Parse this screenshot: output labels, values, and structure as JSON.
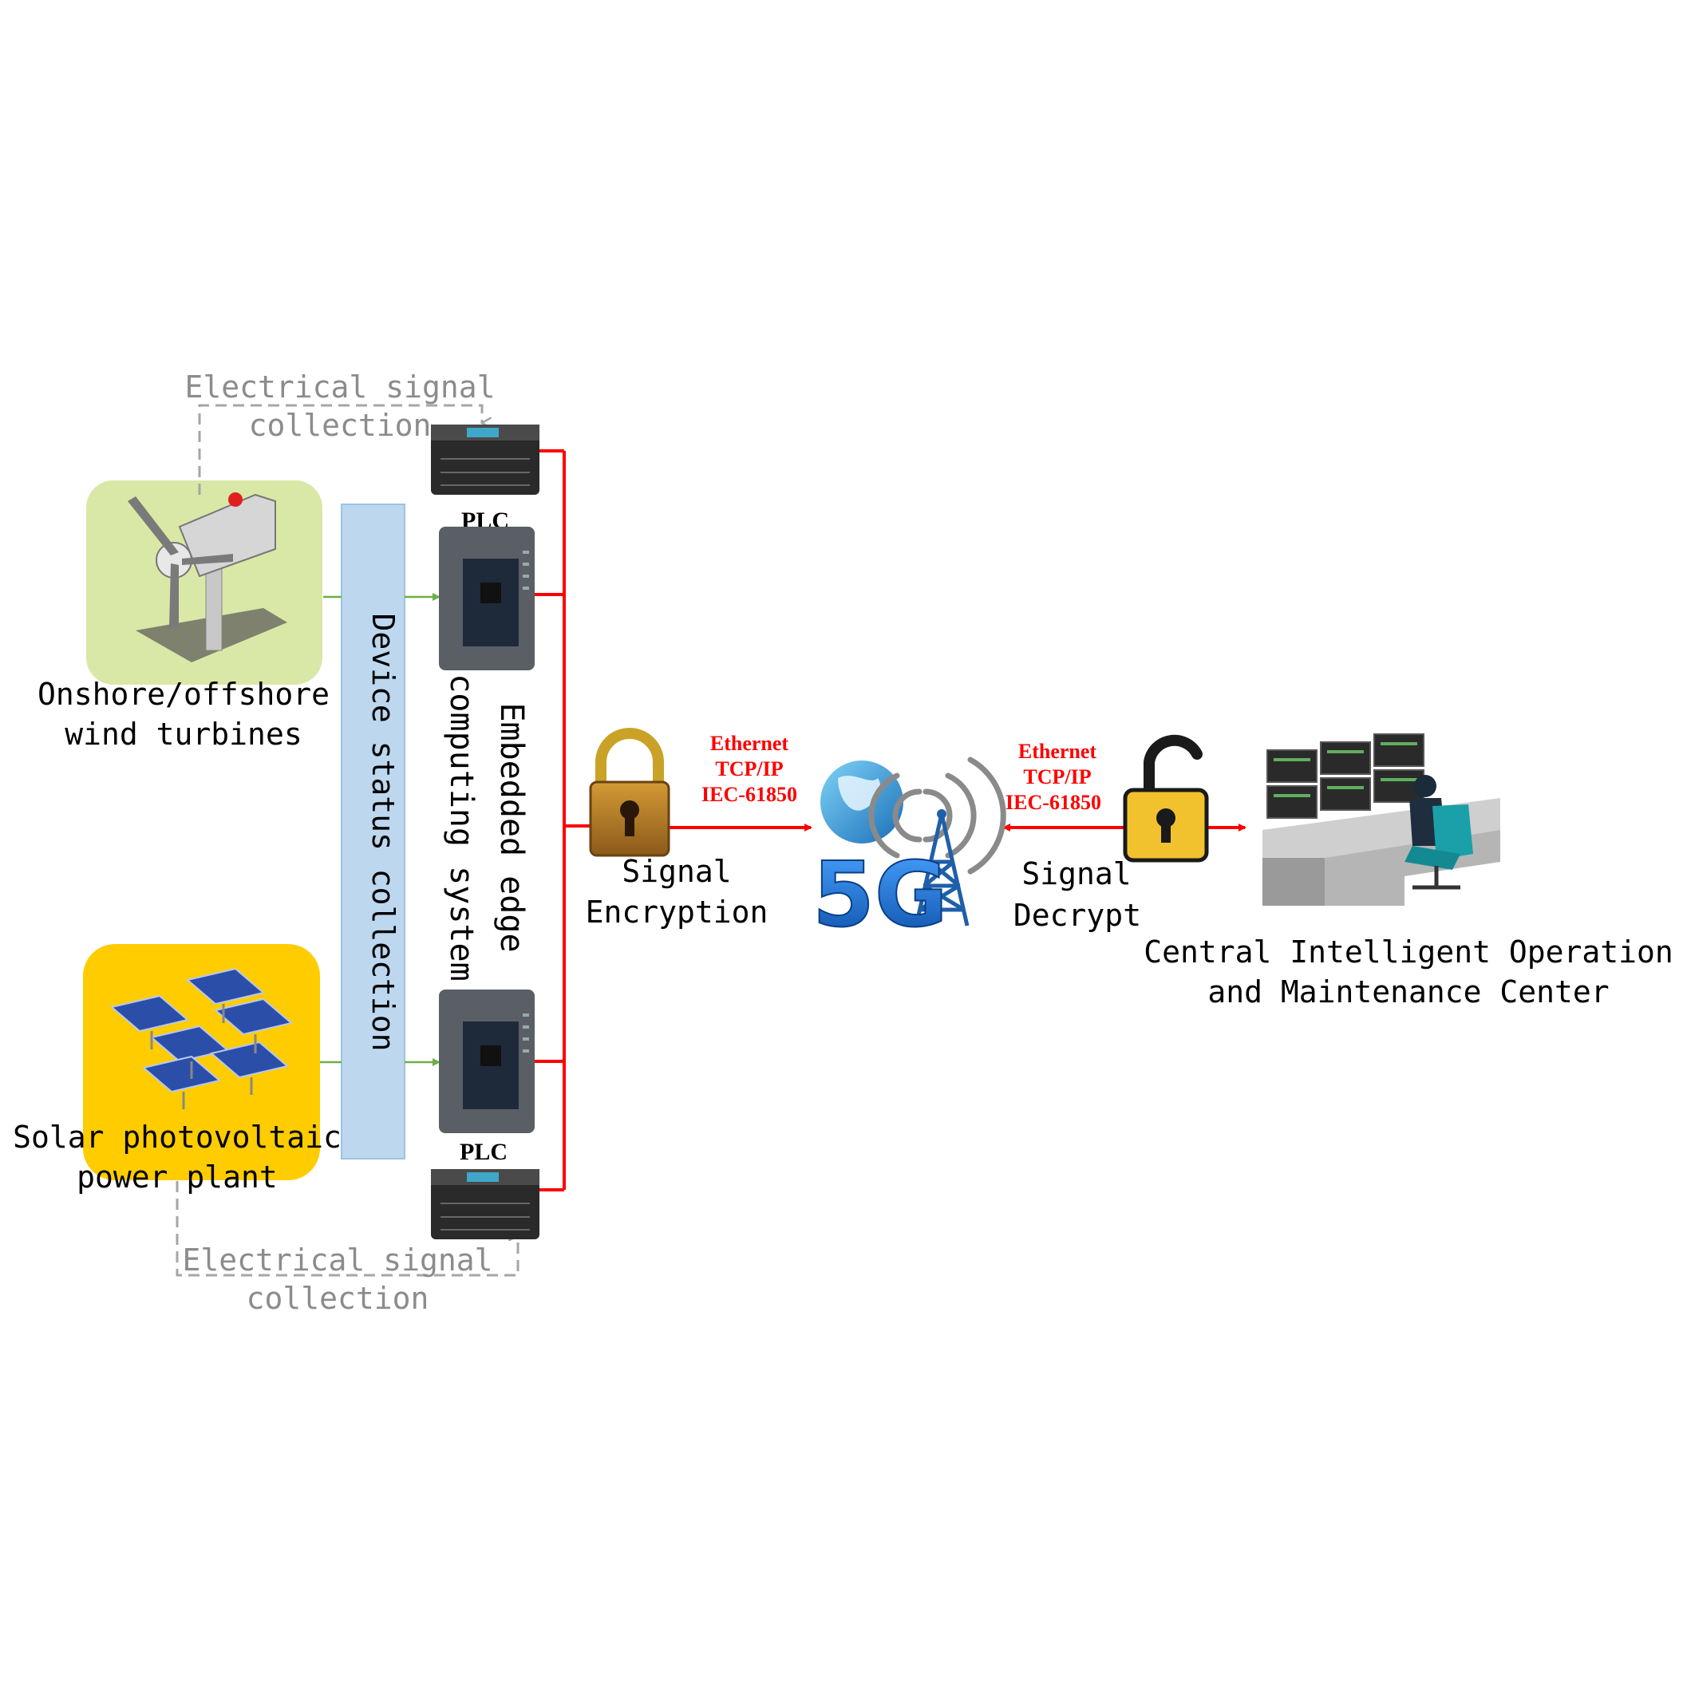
{
  "labels": {
    "wind_sig_line1": "Electrical signal",
    "wind_sig_line2": "collection",
    "wind_plc": "PLC",
    "wind_label_line1": "Onshore/offshore",
    "wind_label_line2": "wind turbines",
    "solar_label_line1": "Solar photovoltaic",
    "solar_label_line2": "power plant",
    "solar_plc": "PLC",
    "solar_sig_line1": "Electrical signal",
    "solar_sig_line2": "collection",
    "device_status": "Device status collection",
    "edge_line1": "Embedded edge",
    "edge_line2": "computing system",
    "enc_line1": "Signal",
    "enc_line2": "Encryption",
    "dec_line1": "Signal",
    "dec_line2": "Decrypt",
    "center_line1": "Central Intelligent Operation",
    "center_line2": "and Maintenance Center",
    "proto_left": [
      "Ethernet",
      "TCP/IP",
      "IEC-61850"
    ],
    "proto_right": [
      "Ethernet",
      "TCP/IP",
      "IEC-61850"
    ],
    "five_g": "5G"
  },
  "colors": {
    "wind_box": "#d9e8a6",
    "solar_box": "#ffcc00",
    "status_bar": "#bdd7ee",
    "link_red": "#ff0000",
    "signal_green": "#70ad47",
    "dashed_gray": "#a6a6a6",
    "lock_gold": "#f2c12e"
  },
  "icons": [
    "wind-turbine-icon",
    "solar-panel-icon",
    "plc-icon",
    "edge-board-icon",
    "lock-closed-icon",
    "lock-open-icon",
    "5g-tower-icon",
    "control-room-icon"
  ]
}
